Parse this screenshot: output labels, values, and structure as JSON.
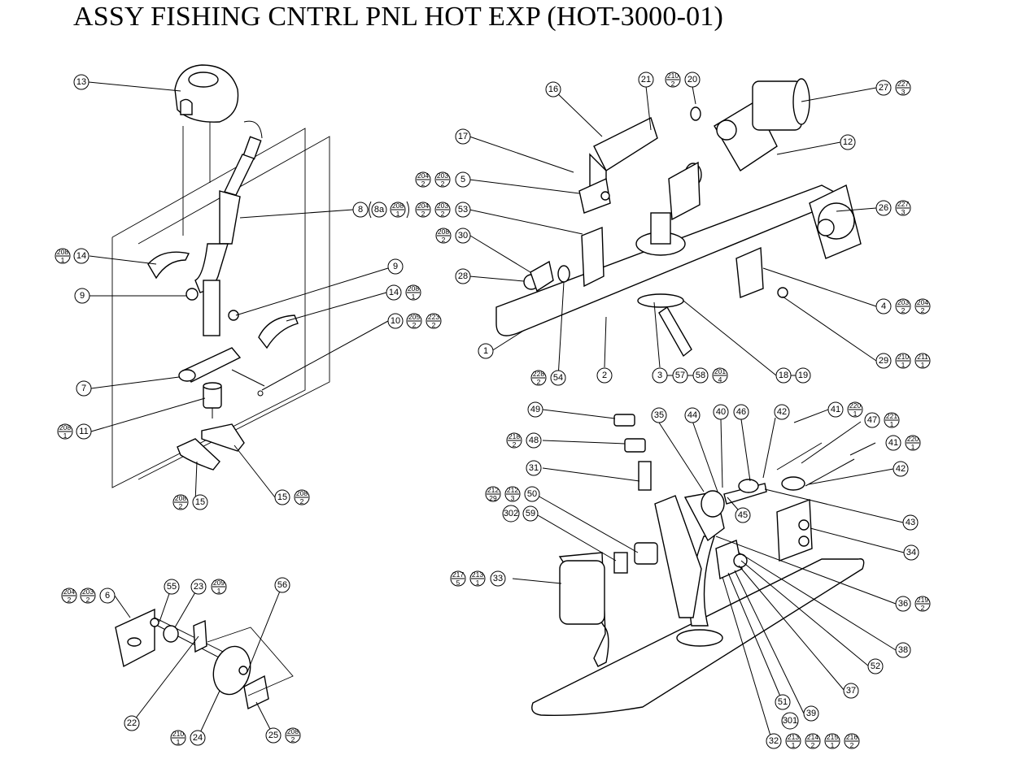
{
  "title": "ASSY FISHING CNTRL PNL HOT EXP (HOT-3000-01)",
  "callouts": [
    {
      "id": "c13",
      "label": "13"
    },
    {
      "id": "c8",
      "label": "8"
    },
    {
      "id": "c8a",
      "label": "8a"
    },
    {
      "id": "c8f",
      "num": "208",
      "den": "1"
    },
    {
      "id": "c14a",
      "label": "14"
    },
    {
      "id": "c14af",
      "num": "208",
      "den": "1"
    },
    {
      "id": "c9a",
      "label": "9"
    },
    {
      "id": "c9b",
      "label": "9"
    },
    {
      "id": "c14b",
      "label": "14"
    },
    {
      "id": "c14bf",
      "num": "208",
      "den": "1"
    },
    {
      "id": "c10",
      "label": "10"
    },
    {
      "id": "c10f1",
      "num": "205",
      "den": "2"
    },
    {
      "id": "c10f2",
      "num": "223",
      "den": "2"
    },
    {
      "id": "c7",
      "label": "7"
    },
    {
      "id": "c11",
      "label": "11"
    },
    {
      "id": "c11f",
      "num": "208",
      "den": "1"
    },
    {
      "id": "c15a",
      "label": "15"
    },
    {
      "id": "c15af",
      "num": "208",
      "den": "2"
    },
    {
      "id": "c15b",
      "label": "15"
    },
    {
      "id": "c15bf",
      "num": "208",
      "den": "2"
    },
    {
      "id": "c6",
      "label": "6"
    },
    {
      "id": "c6f1",
      "num": "204",
      "den": "2"
    },
    {
      "id": "c6f2",
      "num": "203",
      "den": "2"
    },
    {
      "id": "c55",
      "label": "55"
    },
    {
      "id": "c23",
      "label": "23"
    },
    {
      "id": "c23f",
      "num": "209",
      "den": "1"
    },
    {
      "id": "c56",
      "label": "56"
    },
    {
      "id": "c22",
      "label": "22"
    },
    {
      "id": "c24",
      "label": "24"
    },
    {
      "id": "c24f",
      "num": "210",
      "den": "1"
    },
    {
      "id": "c25",
      "label": "25"
    },
    {
      "id": "c25f",
      "num": "208",
      "den": "2"
    },
    {
      "id": "c16",
      "label": "16"
    },
    {
      "id": "c21",
      "label": "21"
    },
    {
      "id": "c20",
      "label": "20"
    },
    {
      "id": "c20f",
      "num": "210",
      "den": "2"
    },
    {
      "id": "c27",
      "label": "27"
    },
    {
      "id": "c27f",
      "num": "227",
      "den": "3"
    },
    {
      "id": "c17",
      "label": "17"
    },
    {
      "id": "c12",
      "label": "12"
    },
    {
      "id": "c5",
      "label": "5"
    },
    {
      "id": "c5f1",
      "num": "204",
      "den": "2"
    },
    {
      "id": "c5f2",
      "num": "203",
      "den": "2"
    },
    {
      "id": "c53",
      "label": "53"
    },
    {
      "id": "c53f1",
      "num": "204",
      "den": "2"
    },
    {
      "id": "c53f2",
      "num": "203",
      "den": "2"
    },
    {
      "id": "c26",
      "label": "26"
    },
    {
      "id": "c26f",
      "num": "227",
      "den": "3"
    },
    {
      "id": "c30",
      "label": "30"
    },
    {
      "id": "c30f",
      "num": "208",
      "den": "2"
    },
    {
      "id": "c28",
      "label": "28"
    },
    {
      "id": "c4",
      "label": "4"
    },
    {
      "id": "c4f1",
      "num": "203",
      "den": "2"
    },
    {
      "id": "c4f2",
      "num": "204",
      "den": "2"
    },
    {
      "id": "c1",
      "label": "1"
    },
    {
      "id": "c29",
      "label": "29"
    },
    {
      "id": "c29f1",
      "num": "210",
      "den": "1"
    },
    {
      "id": "c29f2",
      "num": "211",
      "den": "1"
    },
    {
      "id": "c54",
      "label": "54"
    },
    {
      "id": "c54f",
      "num": "228",
      "den": "2"
    },
    {
      "id": "c2",
      "label": "2"
    },
    {
      "id": "c3",
      "label": "3"
    },
    {
      "id": "c57",
      "label": "57"
    },
    {
      "id": "c58",
      "label": "58"
    },
    {
      "id": "c58f",
      "num": "201",
      "den": "4"
    },
    {
      "id": "c18",
      "label": "18"
    },
    {
      "id": "c19",
      "label": "19"
    },
    {
      "id": "c49",
      "label": "49"
    },
    {
      "id": "c35",
      "label": "35"
    },
    {
      "id": "c44",
      "label": "44"
    },
    {
      "id": "c40",
      "label": "40"
    },
    {
      "id": "c46",
      "label": "46"
    },
    {
      "id": "c42a",
      "label": "42"
    },
    {
      "id": "c41a",
      "label": "41"
    },
    {
      "id": "c41af",
      "num": "220",
      "den": "1"
    },
    {
      "id": "c47",
      "label": "47"
    },
    {
      "id": "c47f",
      "num": "221",
      "den": "1"
    },
    {
      "id": "c48",
      "label": "48"
    },
    {
      "id": "c48f",
      "num": "218",
      "den": "2"
    },
    {
      "id": "c41b",
      "label": "41"
    },
    {
      "id": "c41bf",
      "num": "220",
      "den": "1"
    },
    {
      "id": "c31",
      "label": "31"
    },
    {
      "id": "c42b",
      "label": "42"
    },
    {
      "id": "c50",
      "label": "50"
    },
    {
      "id": "c50f1",
      "num": "212",
      "den": "29"
    },
    {
      "id": "c50f2",
      "num": "212",
      "den": "3"
    },
    {
      "id": "c45",
      "label": "45"
    },
    {
      "id": "c59",
      "label": "59"
    },
    {
      "id": "c302",
      "label": "302"
    },
    {
      "id": "c43",
      "label": "43"
    },
    {
      "id": "c34",
      "label": "34"
    },
    {
      "id": "c33",
      "label": "33"
    },
    {
      "id": "c33f1",
      "num": "217",
      "den": "5"
    },
    {
      "id": "c33f2",
      "num": "213",
      "den": "1"
    },
    {
      "id": "c36",
      "label": "36"
    },
    {
      "id": "c36f",
      "num": "219",
      "den": "2"
    },
    {
      "id": "c38",
      "label": "38"
    },
    {
      "id": "c52",
      "label": "52"
    },
    {
      "id": "c37",
      "label": "37"
    },
    {
      "id": "c51",
      "label": "51"
    },
    {
      "id": "c39",
      "label": "39"
    },
    {
      "id": "c301",
      "label": "301"
    },
    {
      "id": "c32",
      "label": "32"
    },
    {
      "id": "c32f1",
      "num": "213",
      "den": "1"
    },
    {
      "id": "c32f2",
      "num": "214",
      "den": "2"
    },
    {
      "id": "c32f3",
      "num": "215",
      "den": "1"
    },
    {
      "id": "c32f4",
      "num": "216",
      "den": "2"
    }
  ]
}
